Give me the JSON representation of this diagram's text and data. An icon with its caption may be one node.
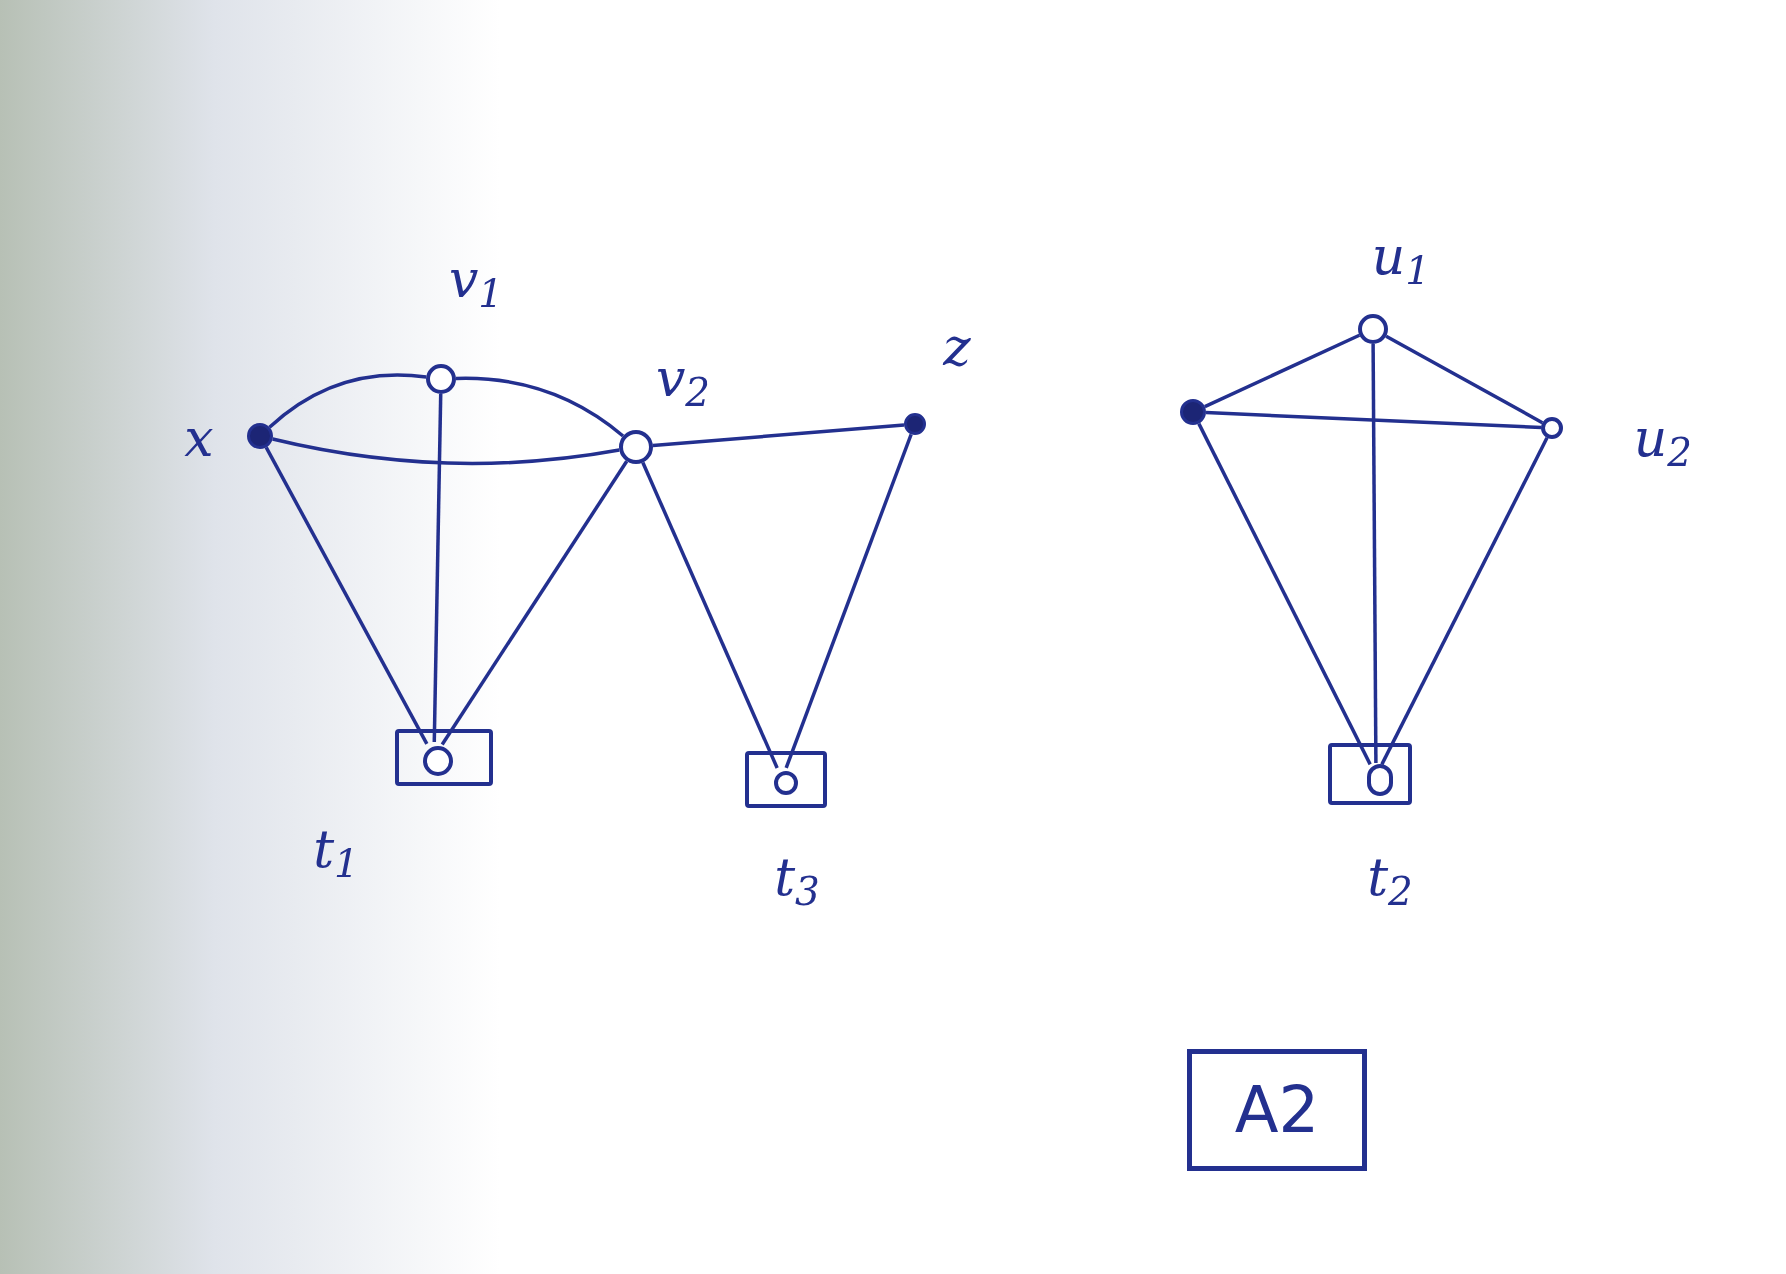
{
  "diagram": {
    "nodes": [
      {
        "text": [],
        "shape": "dot",
        "beside": [
          "x"
        ]
      },
      {
        "text": [],
        "shape": "circle",
        "beside": [
          "v$_{1}$"
        ]
      },
      {
        "text": [],
        "shape": "circle",
        "beside": [
          "v$_{2}$"
        ]
      },
      {
        "text": [],
        "shape": "dot",
        "beside": [
          "z"
        ]
      },
      {
        "text": [],
        "shape": "box",
        "beside": [
          "t$_{1}$"
        ]
      },
      {
        "text": [],
        "shape": "circle",
        "in": 4
      },
      {
        "text": [],
        "shape": "box",
        "beside": [
          "t$_{3}$"
        ]
      },
      {
        "text": [],
        "shape": "circle",
        "in": 6
      },
      {
        "text": [],
        "shape": "dot"
      },
      {
        "text": [],
        "shape": "circle",
        "beside": [
          "u$_{1}$"
        ]
      },
      {
        "text": [],
        "shape": "circle",
        "beside": [
          "u$_{2}$"
        ]
      },
      {
        "text": [],
        "shape": "box",
        "beside": [
          "t$_{2}$"
        ]
      },
      {
        "text": [],
        "shape": "circle",
        "in": 11
      },
      {
        "text": [
          "A2"
        ]
      }
    ],
    "edges": [
      {
        "from": 0,
        "to": 1,
        "arrow": "none"
      },
      {
        "from": 1,
        "to": 2,
        "arrow": "none"
      },
      {
        "from": 0,
        "to": 2,
        "arrow": "none"
      },
      {
        "from": 1,
        "to": 5,
        "arrow": "none"
      },
      {
        "from": 0,
        "to": 5,
        "arrow": "none"
      },
      {
        "from": 2,
        "to": 5,
        "arrow": "none"
      },
      {
        "from": 2,
        "to": 3,
        "arrow": "none"
      },
      {
        "from": 2,
        "to": 7,
        "arrow": "none"
      },
      {
        "from": 3,
        "to": 7,
        "arrow": "none"
      },
      {
        "from": 8,
        "to": 9,
        "arrow": "none"
      },
      {
        "from": 9,
        "to": 10,
        "arrow": "none"
      },
      {
        "from": 8,
        "to": 10,
        "arrow": "none"
      },
      {
        "from": 9,
        "to": 12,
        "arrow": "none"
      },
      {
        "from": 8,
        "to": 12,
        "arrow": "none"
      },
      {
        "from": 10,
        "to": 12,
        "arrow": "none"
      }
    ]
  }
}
